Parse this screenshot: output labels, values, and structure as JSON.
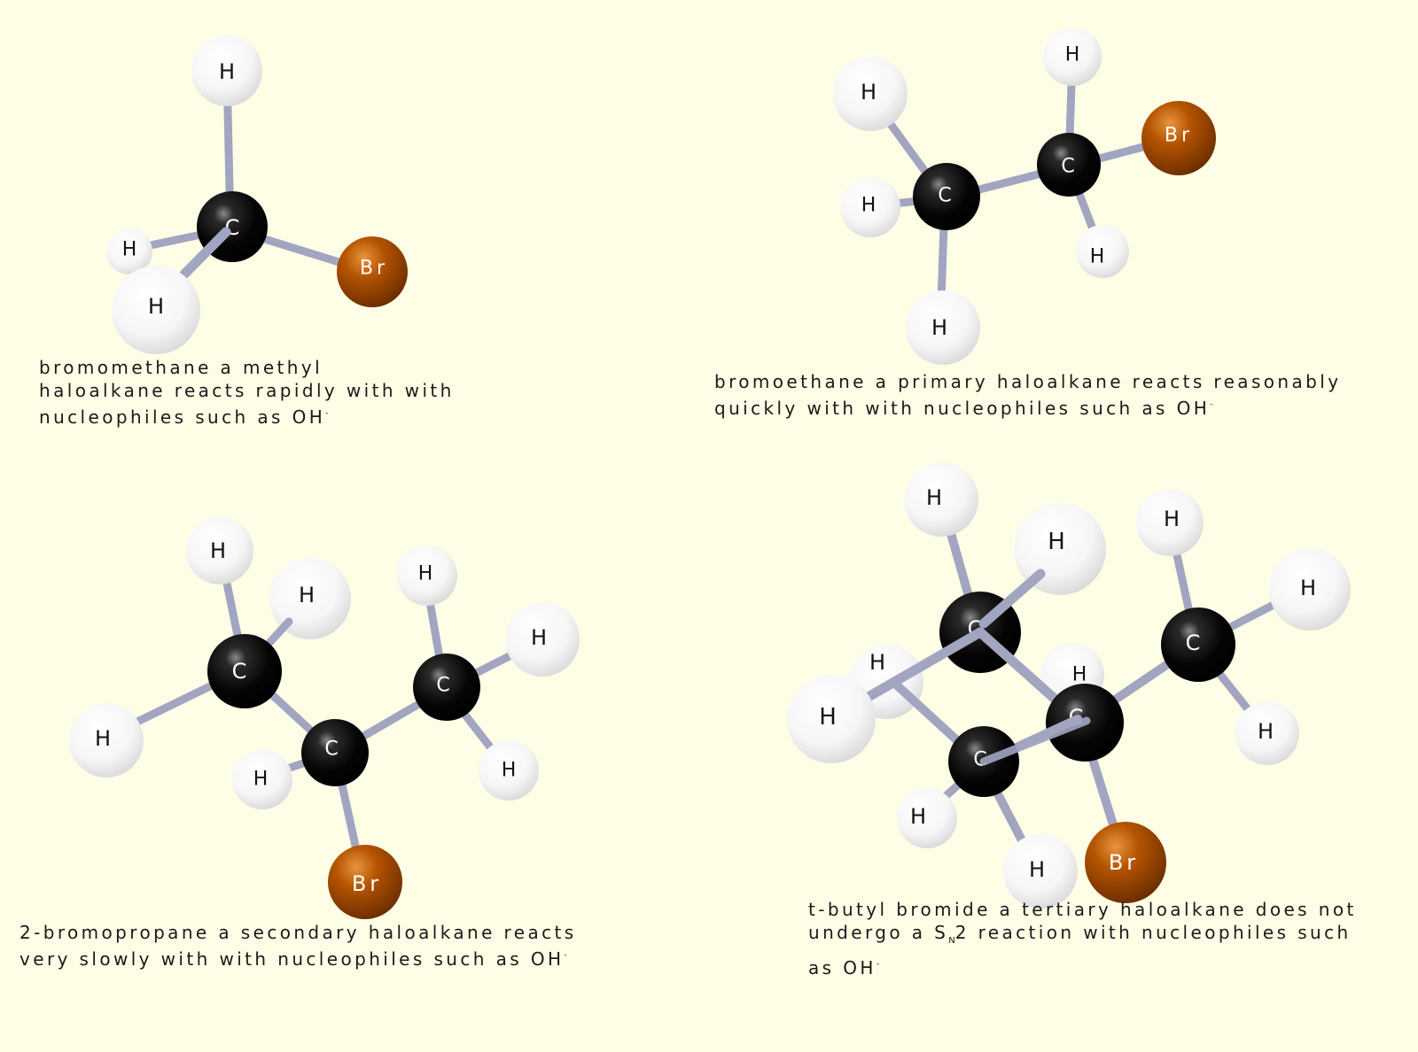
{
  "colors": {
    "background": "#fefee6",
    "carbon": "#050505",
    "hydrogen": "#ffffff",
    "bromine": "#b55400",
    "bond": "#a2a5c0"
  },
  "atom_labels": {
    "carbon": "C",
    "hydrogen": "H",
    "bromine": "Br"
  },
  "molecules": [
    {
      "key": "bromomethane",
      "name": "bromomethane",
      "caption": {
        "line1": "bromomethane a methyl",
        "line2": "haloalkane reacts rapidly with with",
        "line3": "nucleophiles such as OH",
        "sup": "-"
      }
    },
    {
      "key": "bromoethane",
      "name": "bromoethane",
      "caption": {
        "line1": "bromoethane a primary haloalkane reacts reasonably",
        "line2": "quickly with with nucleophiles such as OH",
        "sup": "-"
      }
    },
    {
      "key": "bromopropane",
      "name": "2-bromopropane",
      "caption": {
        "line1": "2-bromopropane a secondary haloalkane reacts",
        "line2": "very slowly with with nucleophiles such as OH",
        "sup": "-"
      }
    },
    {
      "key": "tbutyl",
      "name": "t-butyl bromide",
      "caption": {
        "line1": "t-butyl bromide a tertiary haloalkane does not",
        "line2_a": "undergo a S",
        "line2_sub": "N",
        "line2_b": "2 reaction with nucleophiles such",
        "line3": "as OH",
        "sup": "-"
      }
    }
  ]
}
